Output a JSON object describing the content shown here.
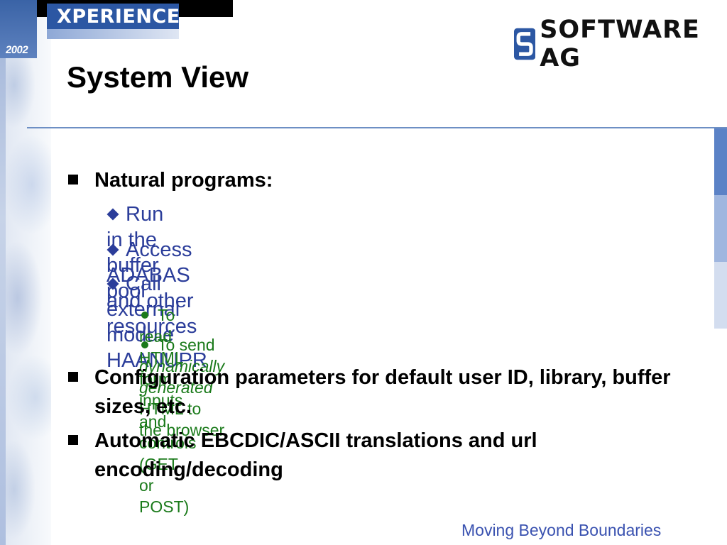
{
  "header": {
    "brand": "XPERIENCE",
    "year": "2002",
    "logo_text": "SOFTWARE AG"
  },
  "slide": {
    "title": "System View",
    "bullets": [
      {
        "text": "Natural programs:",
        "sub": [
          {
            "text": "Run in the buffer pool"
          },
          {
            "text": "Access ADABAS and other resources"
          },
          {
            "text": "Call external module HAANUPR",
            "sub": [
              {
                "text": "To read HTML form inputs and controls (GET or POST)"
              },
              {
                "prefix": "To send ",
                "emphasis": "dynamically generated",
                "suffix": " HTML to the browser"
              }
            ]
          }
        ]
      },
      {
        "text": "Configuration parameters for default user ID, library, buffer sizes, etc."
      },
      {
        "text": "Automatic EBCDIC/ASCII translations and url encoding/decoding"
      }
    ]
  },
  "footer": {
    "tagline": "Moving Beyond Boundaries"
  },
  "colors": {
    "brand_blue": "#2c57a3",
    "level2_text": "#2b3d9a",
    "level3_text": "#1a7a1a",
    "tagline": "#3a52b0",
    "divider": "#6d8fc4"
  }
}
